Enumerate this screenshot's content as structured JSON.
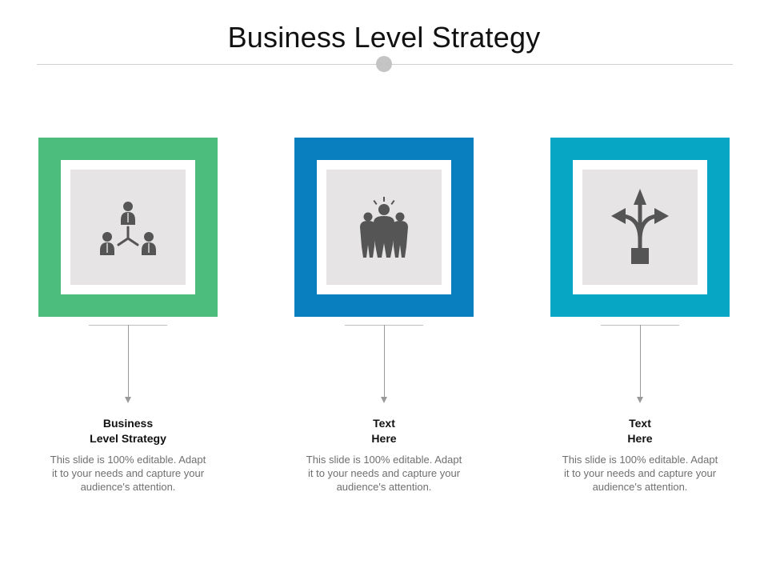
{
  "title": "Business Level Strategy",
  "colors": {
    "green": "#4dbd7e",
    "blue": "#0a7fc0",
    "teal": "#07a6c5",
    "icon": "#555555"
  },
  "items": [
    {
      "icon": "team-hierarchy-icon",
      "heading_line1": "Business",
      "heading_line2": "Level Strategy",
      "desc_line1": "This slide is 100% editable. Adapt",
      "desc_line2": "it to your needs and capture your",
      "desc_line3": "audience's attention."
    },
    {
      "icon": "team-group-icon",
      "heading_line1": "Text",
      "heading_line2": "Here",
      "desc_line1": "This slide is 100% editable. Adapt",
      "desc_line2": "it to your needs and capture your",
      "desc_line3": "audience's attention."
    },
    {
      "icon": "direction-arrows-icon",
      "heading_line1": "Text",
      "heading_line2": "Here",
      "desc_line1": "This slide is 100% editable. Adapt",
      "desc_line2": "it to your needs and capture your",
      "desc_line3": "audience's attention."
    }
  ]
}
